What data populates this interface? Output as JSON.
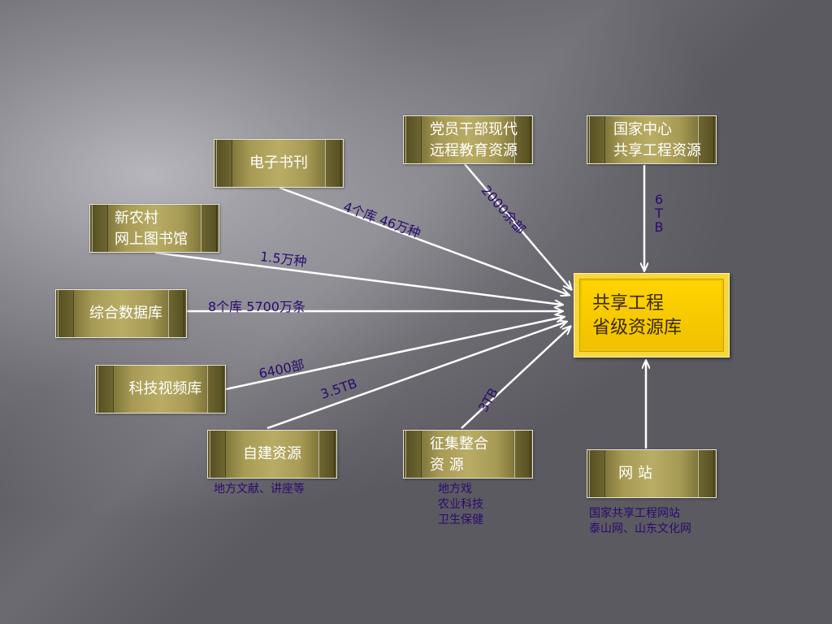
{
  "target": {
    "line1": "共享工程",
    "line2": "省级资源库"
  },
  "sources": {
    "ebooks": {
      "label": "电子书刊"
    },
    "party": {
      "line1": "党员干部现代",
      "line2": "远程教育资源"
    },
    "national": {
      "line1": "国家中心",
      "line2": "共享工程资源"
    },
    "rural": {
      "line1": "新农村",
      "line2": "网上图书馆"
    },
    "database": {
      "label": "综合数据库"
    },
    "video": {
      "label": "科技视频库"
    },
    "selfbuilt": {
      "label": "自建资源"
    },
    "collected": {
      "line1": "征集整合",
      "line2": "资 源"
    },
    "website": {
      "label": "网 站"
    }
  },
  "edge_labels": {
    "ebooks": "4个库 46万种",
    "party": "2000余部",
    "national": [
      "6",
      "T",
      "B"
    ],
    "rural": "1.5万种",
    "database": "8个库 5700万条",
    "video": "6400部",
    "selfbuilt": "3.5TB",
    "collected": "3TB"
  },
  "notes": {
    "selfbuilt": "地方文献、讲座等",
    "collected": [
      "地方戏",
      "农业科技",
      "卫生保健"
    ],
    "website": [
      "国家共享工程网站",
      "泰山网、山东文化网"
    ]
  }
}
